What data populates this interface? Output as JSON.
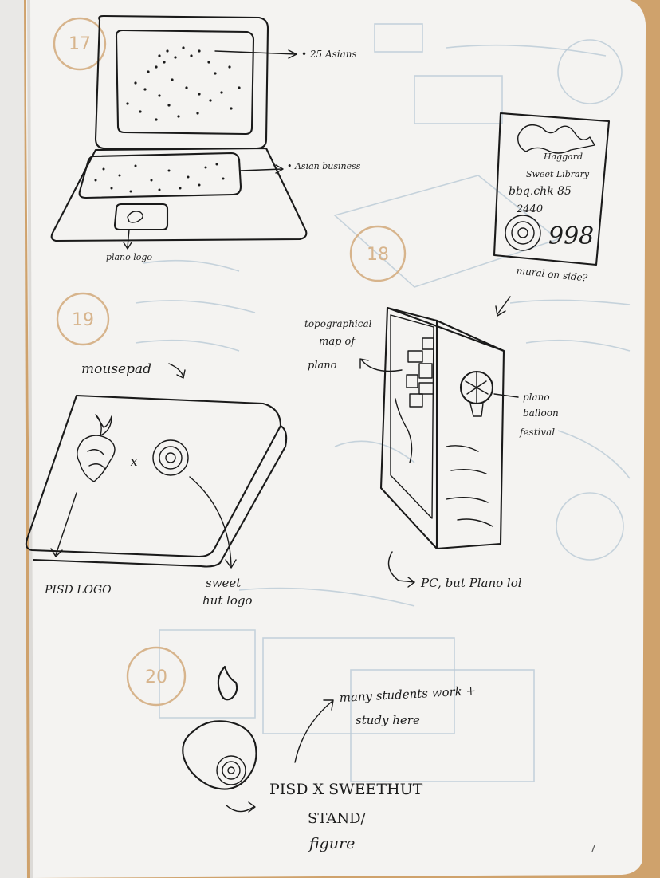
{
  "page": {
    "page_number": "7",
    "colors": {
      "table": "#cfa26c",
      "paper": "#f4f3f1",
      "ink": "#1a1a1a",
      "ghost": "#b9c9d6",
      "circle": "#d7b48c"
    }
  },
  "sketches": {
    "s17": {
      "number": "17",
      "screen_note": "• 25 Asians",
      "keyboard_note": "• Asian business",
      "trackpad_note": "plano logo"
    },
    "s18": {
      "number": "18",
      "mural_lines": [
        "Haggard",
        "Sweet Library",
        "bbq.chk 85",
        "2440",
        "998"
      ],
      "mural_note": "mural on side?",
      "map_note_1": "topographical",
      "map_note_2": "map of",
      "map_note_3": "plano",
      "balloon_note_1": "plano",
      "balloon_note_2": "balloon",
      "balloon_note_3": "festival",
      "pc_note": "PC, but Plano lol"
    },
    "s19": {
      "number": "19",
      "title": "mousepad",
      "cross": "x",
      "left_note": "PISD LOGO",
      "right_note_1": "sweet",
      "right_note_2": "hut logo"
    },
    "s20": {
      "number": "20",
      "note_1": "many students work +",
      "note_2": "study here",
      "caption_1": "PISD X SWEETHUT",
      "caption_2": "STAND/",
      "caption_3": "figure"
    }
  }
}
